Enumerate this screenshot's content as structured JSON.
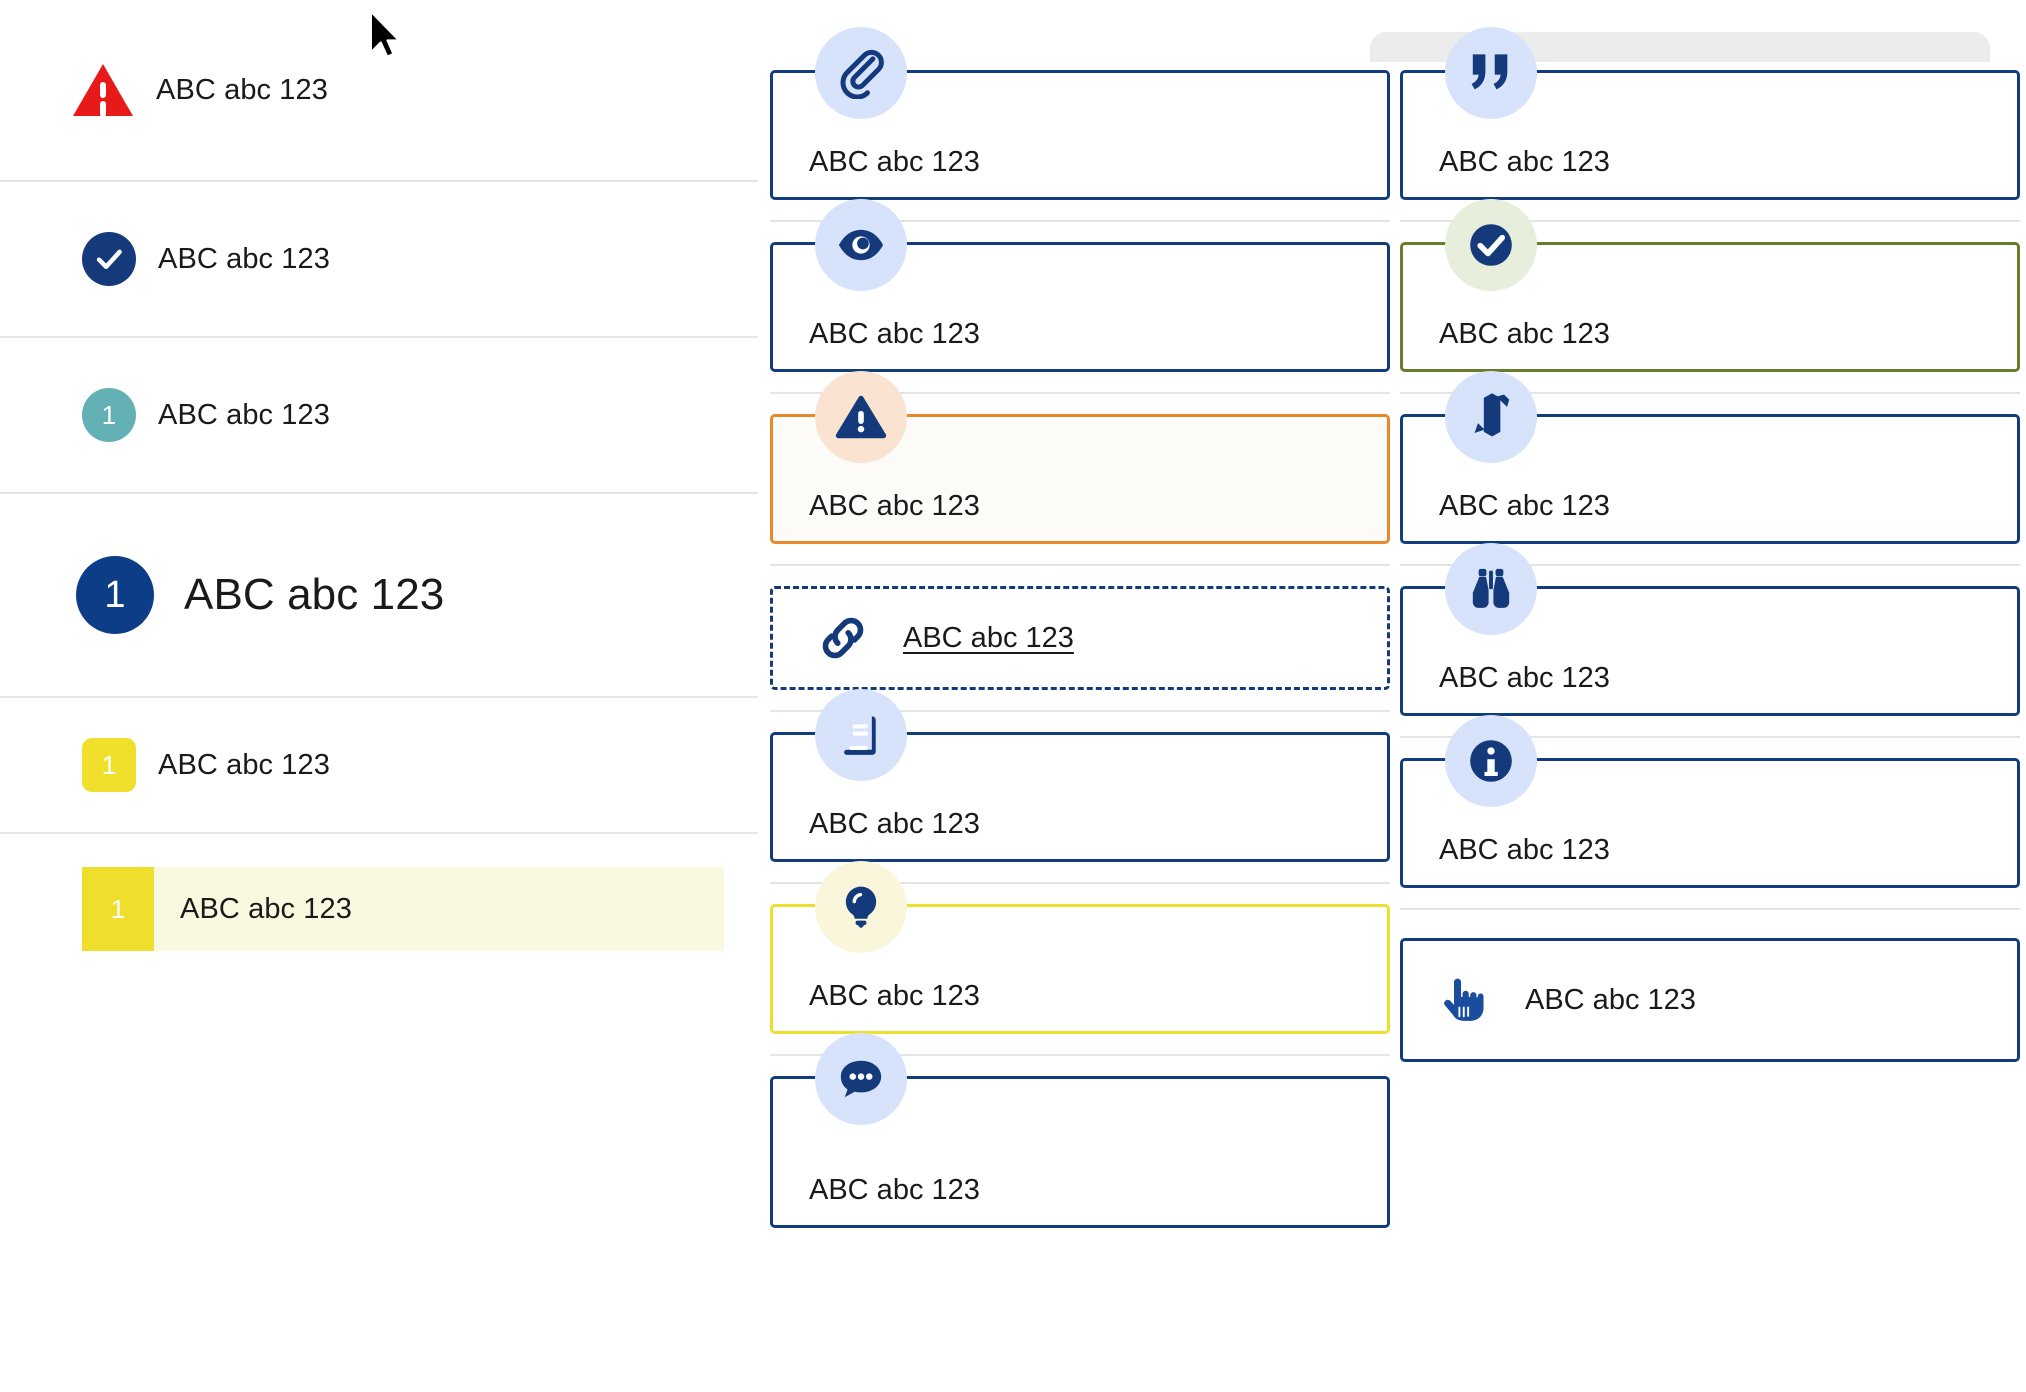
{
  "sample_text": "ABC abc 123",
  "colors": {
    "navy": "#143a7b",
    "navy_border": "#123d7c",
    "red": "#e81919",
    "teal": "#63b1b5",
    "yellow": "#f0e02c",
    "yellow_border": "#ecdf2e",
    "highlight_bg": "#fbf8e0",
    "orange": "#e8882b",
    "olive": "#667d2a",
    "badge_blue": "#d7e3fa",
    "badge_peach": "#fbe3d2",
    "badge_green": "#e7eedc",
    "badge_cream": "#faf6dc",
    "rule": "#e4e4e4",
    "band_grey": "#ececec"
  },
  "left_panel": {
    "rows": [
      {
        "icon": "warning-triangle-icon",
        "label": "ABC abc 123",
        "badge": "",
        "style": "red-triangle"
      },
      {
        "icon": "check-circle-icon",
        "label": "ABC abc 123",
        "badge": "",
        "style": "navy-circle"
      },
      {
        "icon": "number-circle-icon",
        "label": "ABC abc 123",
        "badge": "1",
        "style": "teal-circle"
      },
      {
        "icon": "number-circle-icon",
        "label": "ABC abc 123",
        "badge": "1",
        "style": "navy-circle-large"
      },
      {
        "icon": "number-square-icon",
        "label": "ABC abc 123",
        "badge": "1",
        "style": "yellow-square"
      },
      {
        "icon": "number-marker-icon",
        "label": "ABC abc 123",
        "badge": "1",
        "style": "yellow-highlight"
      }
    ]
  },
  "middle_column": {
    "cards": [
      {
        "icon": "paperclip-icon",
        "label": "ABC abc 123",
        "variant": "default",
        "badge_bg": "blue"
      },
      {
        "icon": "eye-icon",
        "label": "ABC abc 123",
        "variant": "default",
        "badge_bg": "blue"
      },
      {
        "icon": "warning-triangle-icon",
        "label": "ABC abc 123",
        "variant": "warning",
        "badge_bg": "peach"
      },
      {
        "icon": "chain-link-icon",
        "label": "ABC abc 123",
        "variant": "link",
        "badge_bg": "none"
      },
      {
        "icon": "book-icon",
        "label": "ABC abc 123",
        "variant": "default",
        "badge_bg": "blue"
      },
      {
        "icon": "lightbulb-icon",
        "label": "ABC abc 123",
        "variant": "idea",
        "badge_bg": "cream"
      },
      {
        "icon": "comment-bubble-icon",
        "label": "ABC abc 123",
        "variant": "default",
        "badge_bg": "blue"
      }
    ]
  },
  "right_column": {
    "cards": [
      {
        "icon": "quote-icon",
        "label": "ABC abc 123",
        "variant": "default",
        "badge_bg": "blue"
      },
      {
        "icon": "check-circle-icon",
        "label": "ABC abc 123",
        "variant": "success",
        "badge_bg": "green"
      },
      {
        "icon": "pencil-icon",
        "label": "ABC abc 123",
        "variant": "default",
        "badge_bg": "blue"
      },
      {
        "icon": "binoculars-icon",
        "label": "ABC abc 123",
        "variant": "default",
        "badge_bg": "blue"
      },
      {
        "icon": "info-circle-icon",
        "label": "ABC abc 123",
        "variant": "default",
        "badge_bg": "blue"
      },
      {
        "icon": "pointing-hand-icon",
        "label": "ABC abc 123",
        "variant": "inline",
        "badge_bg": "none"
      }
    ]
  },
  "cursor": {
    "icon": "mouse-pointer-icon"
  }
}
